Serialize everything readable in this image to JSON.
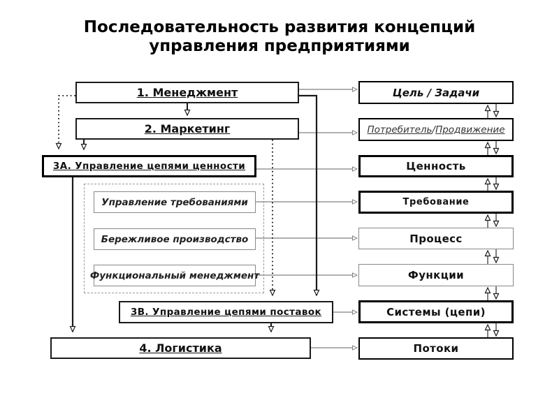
{
  "title": {
    "line1": "Последовательность развития концепций",
    "line2": "управления предприятиями"
  },
  "left_column": {
    "management": "1. Менеджмент",
    "marketing": "2. Маркетинг",
    "value_chain": "3А. Управление цепями ценности",
    "inner": [
      "Управление требованиями",
      "Бережливое производство",
      "Функциональный менеджмент"
    ],
    "supply_chain": "3В. Управление цепями поставок",
    "logistics": "4. Логистика"
  },
  "right_column": {
    "goal": "Цель / Задачи",
    "consumer": {
      "p1": "Потребитель",
      "sep": " / ",
      "p2": "Продвижение"
    },
    "value": "Ценность",
    "requirement": "Требование",
    "process": "Процесс",
    "functions": "Функции",
    "systems": "Системы (цепи)",
    "flows": "Потоки"
  },
  "colors": {
    "background": "#ffffff",
    "box_border": "#1a1a1a",
    "thin_connector": "#808080",
    "dashed_group_border": "#999999",
    "text": "#111111"
  }
}
